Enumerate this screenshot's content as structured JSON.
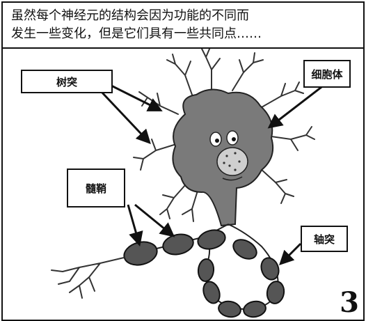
{
  "caption": {
    "line1": "虽然每个神经元的结构会因为功能的不同而",
    "line2": "发生一些变化，但是它们具有一些共同点……"
  },
  "labels": {
    "dendrite": "树突",
    "soma": "细胞体",
    "myelin": "髓鞘",
    "axon": "轴突"
  },
  "page_number": "3",
  "colors": {
    "ink": "#111111",
    "cell_body": "#7a7a7a",
    "myelin": "#555555",
    "nucleus": "#cfcfcf"
  }
}
